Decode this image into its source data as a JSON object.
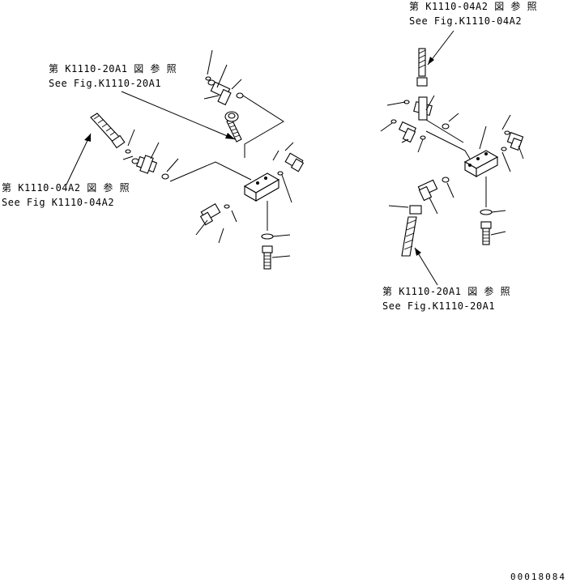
{
  "references": {
    "left_ref_20a1_jp": "第 K1110-20A1 図 参 照",
    "left_ref_20a1_en": "See Fig.K1110-20A1",
    "left_ref_04a2_jp": "第 K1110-04A2 図 参 照",
    "left_ref_04a2_en": "See Fig K1110-04A2",
    "right_ref_04a2_jp": "第 K1110-04A2 図 参 照",
    "right_ref_04a2_en": "See Fig.K1110-04A2",
    "right_ref_20a1_jp": "第 K1110-20A1 図 参 照",
    "right_ref_20a1_en": "See Fig.K1110-20A1"
  },
  "figure_number": "00018084"
}
